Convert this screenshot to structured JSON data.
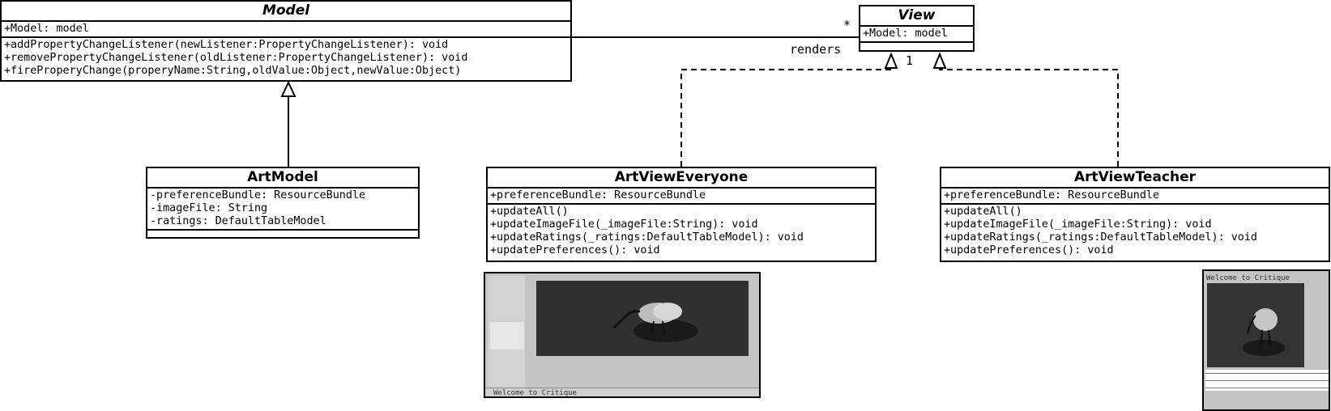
{
  "classes": {
    "model": {
      "name": "Model",
      "attributes": [
        "+Model: model"
      ],
      "operations": [
        "+addPropertyChangeListener(newListener:PropertyChangeListener): void",
        "+removePropertyChangeListener(oldListener:PropertyChangeListener): void",
        "+fireProperyChange(properyName:String,oldValue:Object,newValue:Object)"
      ]
    },
    "view": {
      "name": "View",
      "attributes": [
        "+Model: model"
      ],
      "operations": []
    },
    "art_model": {
      "name": "ArtModel",
      "attributes": [
        "-preferenceBundle: ResourceBundle",
        "-imageFile: String",
        "-ratings: DefaultTableModel"
      ],
      "operations": []
    },
    "art_view_everyone": {
      "name": "ArtViewEveryone",
      "attributes": [
        "+preferenceBundle: ResourceBundle"
      ],
      "operations": [
        "+updateAll()",
        "+updateImageFile(_imageFile:String): void",
        "+updateRatings(_ratings:DefaultTableModel): void",
        "+updatePreferences(): void"
      ]
    },
    "art_view_teacher": {
      "name": "ArtViewTeacher",
      "attributes": [
        "+preferenceBundle: ResourceBundle"
      ],
      "operations": [
        "+updateAll()",
        "+updateImageFile(_imageFile:String): void",
        "+updateRatings(_ratings:DefaultTableModel): void",
        "+updatePreferences(): void"
      ]
    }
  },
  "association": {
    "label": "renders",
    "multiplicity_view_end": "*",
    "multiplicity_model_end": "1"
  },
  "screenshots": {
    "everyone": {
      "caption": "Welcome to Critique"
    },
    "teacher": {
      "caption": "Welcome to Critique"
    }
  }
}
